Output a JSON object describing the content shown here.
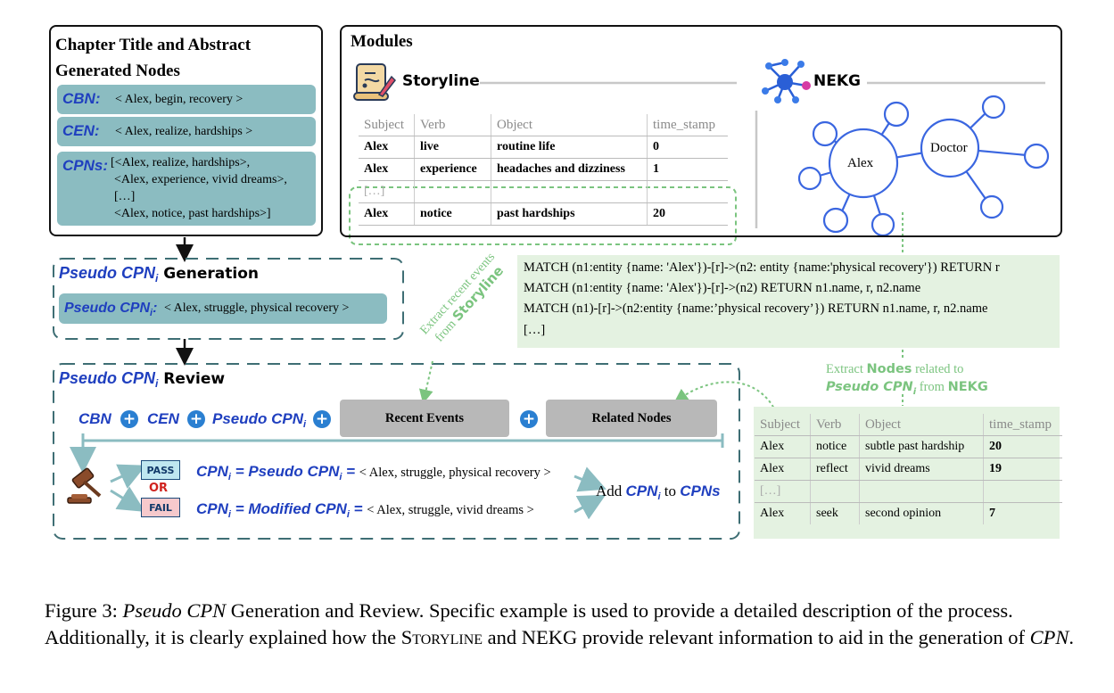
{
  "chapter": {
    "title_line1": "Chapter Title and Abstract",
    "title_line2": "Generated Nodes",
    "cbn_label": "CBN:",
    "cbn_value": "< Alex, begin, recovery >",
    "cen_label": "CEN:",
    "cen_value": "< Alex, realize, hardships >",
    "cpns_label": "CPNs:",
    "cpns_lines": [
      "[<Alex, realize, hardships>,",
      "<Alex, experience, vivid dreams>,",
      "[…]",
      "<Alex, notice,  past hardships>]"
    ]
  },
  "modules": {
    "title": "Modules",
    "storyline_label": "Storyline",
    "nekg_label": "NEKG",
    "storyline_table": {
      "headers": [
        "Subject",
        "Verb",
        "Object",
        "time_stamp"
      ],
      "rows": [
        [
          "Alex",
          "live",
          "routine life",
          "0"
        ],
        [
          "Alex",
          "experience",
          "headaches and dizziness",
          "1"
        ],
        [
          "Alex",
          "notice",
          "past hardships",
          "20"
        ]
      ],
      "ellipsis": "[…]"
    },
    "graph": {
      "node_alex": "Alex",
      "node_doctor": "Doctor"
    }
  },
  "queries": [
    "MATCH (n1:entity {name: 'Alex'})-[r]->(n2: entity {name:'physical recovery'}) RETURN r",
    "MATCH (n1:entity {name: 'Alex'})-[r]->(n2) RETURN n1.name, r, n2.name",
    "MATCH (n1)-[r]->(n2:entity {name:’physical recovery’}) RETURN n1.name, r, n2.name",
    "[…]"
  ],
  "extract_recent": {
    "line1": "Extract recent events",
    "line2_prefix": "from ",
    "line2_bold": "Storyline"
  },
  "extract_nodes": {
    "prefix": "Extract ",
    "bold": "Nodes",
    "suffix": " related to",
    "line2_italic": "Pseudo CPN",
    "line2_sub": "i",
    "line2_rest": " from ",
    "line2_bold": "NEKG"
  },
  "nekg_table": {
    "headers": [
      "Subject",
      "Verb",
      "Object",
      "time_stamp"
    ],
    "rows": [
      [
        "Alex",
        "notice",
        "subtle past hardship",
        "20"
      ],
      [
        "Alex",
        "reflect",
        "vivid dreams",
        "19"
      ],
      [
        "Alex",
        "seek",
        "second opinion",
        "7"
      ]
    ],
    "ellipsis": "[…]"
  },
  "generation": {
    "title_italic": "Pseudo CPN",
    "title_sub": "i",
    "title_rest": " Generation",
    "pill_label": "Pseudo CPN",
    "pill_sub": "i",
    "pill_colon": ":",
    "pill_value": "< Alex, struggle,  physical recovery >"
  },
  "review": {
    "title_italic": "Pseudo CPN",
    "title_sub": "i",
    "title_rest": " Review",
    "cbn": "CBN",
    "cen": "CEN",
    "pseudo": "Pseudo CPN",
    "pseudo_sub": "i",
    "recent_events": "Recent Events",
    "related_nodes": "Related Nodes",
    "pass": "PASS",
    "or": "OR",
    "fail": "FAIL",
    "pass_lhs": "CPN",
    "pass_mid": " = Pseudo CPN",
    "pass_eq": " = ",
    "pass_value": "< Alex, struggle,  physical recovery >",
    "fail_lhs": "CPN",
    "fail_mid": " = Modified CPN",
    "fail_eq": " = ",
    "fail_value": "< Alex, struggle,  vivid dreams >",
    "sub": "i",
    "add_prefix": "Add ",
    "add_cpn": "CPN",
    "add_to": " to ",
    "add_cpns": "CPNs"
  },
  "caption": {
    "fig": "Figure 3: ",
    "italic1": "Pseudo CPN",
    "text1": " Generation and Review. Specific example is used to provide a detailed description of the process. Additionally, it is clearly explained how the ",
    "sc1": "Storyline",
    "text2": " and NEKG provide relevant information to aid in the generation of ",
    "italic2": "CPN",
    "text3": "."
  },
  "colors": {
    "teal": "#8bbcc1",
    "green_bg": "#e4f2e1",
    "blue_text": "#1f3fbf",
    "graph_blue": "#3a66e0",
    "dash_teal": "#3e6e74",
    "dash_green": "#7bc47f"
  }
}
